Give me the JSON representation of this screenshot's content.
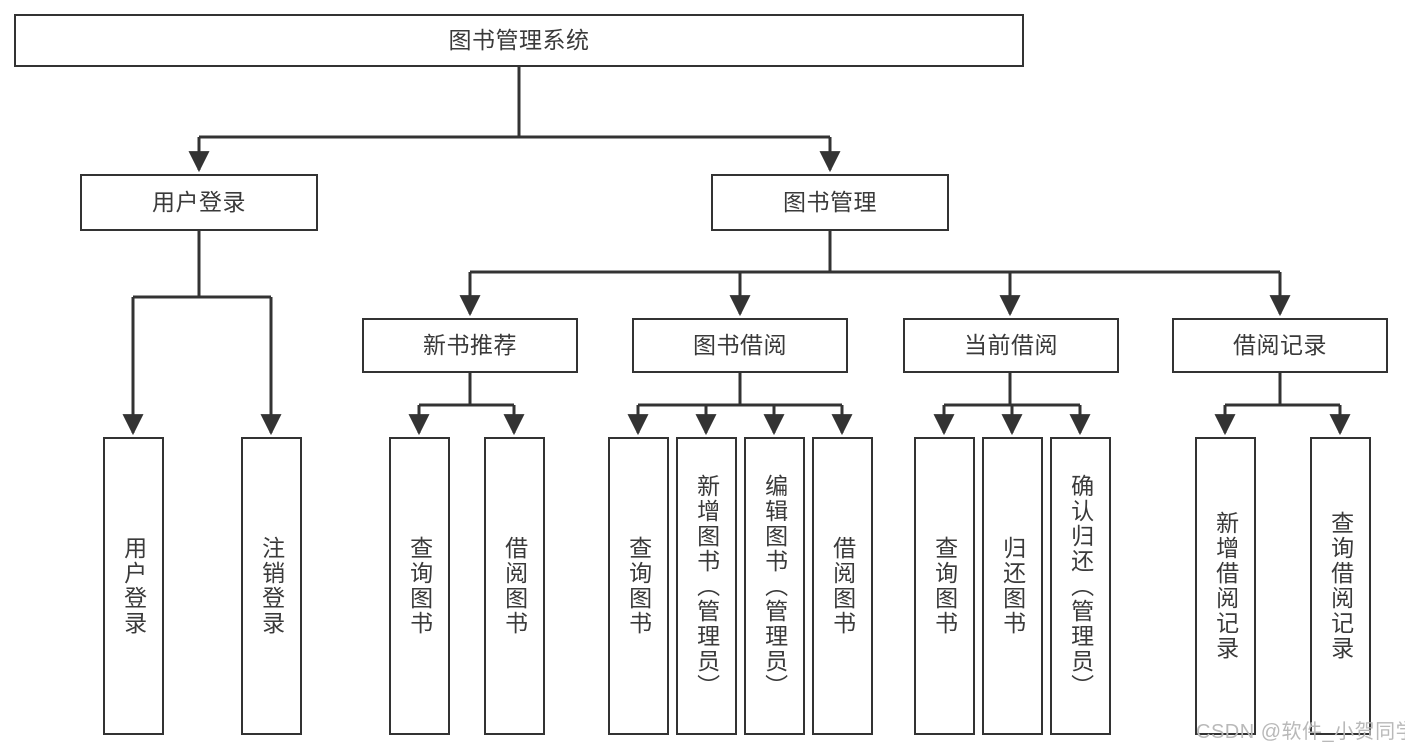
{
  "diagram": {
    "type": "tree-hierarchy",
    "orientation": "top-down",
    "root": {
      "label": "图书管理系统"
    },
    "level2": [
      {
        "label": "用户登录"
      },
      {
        "label": "图书管理"
      }
    ],
    "level3": [
      {
        "label": "新书推荐"
      },
      {
        "label": "图书借阅"
      },
      {
        "label": "当前借阅"
      },
      {
        "label": "借阅记录"
      }
    ],
    "leaves_user_login": [
      {
        "label": "用户登录"
      },
      {
        "label": "注销登录"
      }
    ],
    "leaves_new_book": [
      {
        "label": "查询图书"
      },
      {
        "label": "借阅图书"
      }
    ],
    "leaves_borrow": [
      {
        "label": "查询图书"
      },
      {
        "label": "新增图书（管理员）"
      },
      {
        "label": "编辑图书（管理员）"
      },
      {
        "label": "借阅图书"
      }
    ],
    "leaves_current": [
      {
        "label": "查询图书"
      },
      {
        "label": "归还图书"
      },
      {
        "label": "确认归还（管理员）"
      }
    ],
    "leaves_records": [
      {
        "label": "新增借阅记录"
      },
      {
        "label": "查询借阅记录"
      }
    ]
  },
  "watermark": {
    "text": "CSDN @软件_小贺同学"
  },
  "colors": {
    "stroke": "#333333",
    "text": "#3a3a3a",
    "background": "#ffffff",
    "watermark": "#b9b9b9"
  }
}
